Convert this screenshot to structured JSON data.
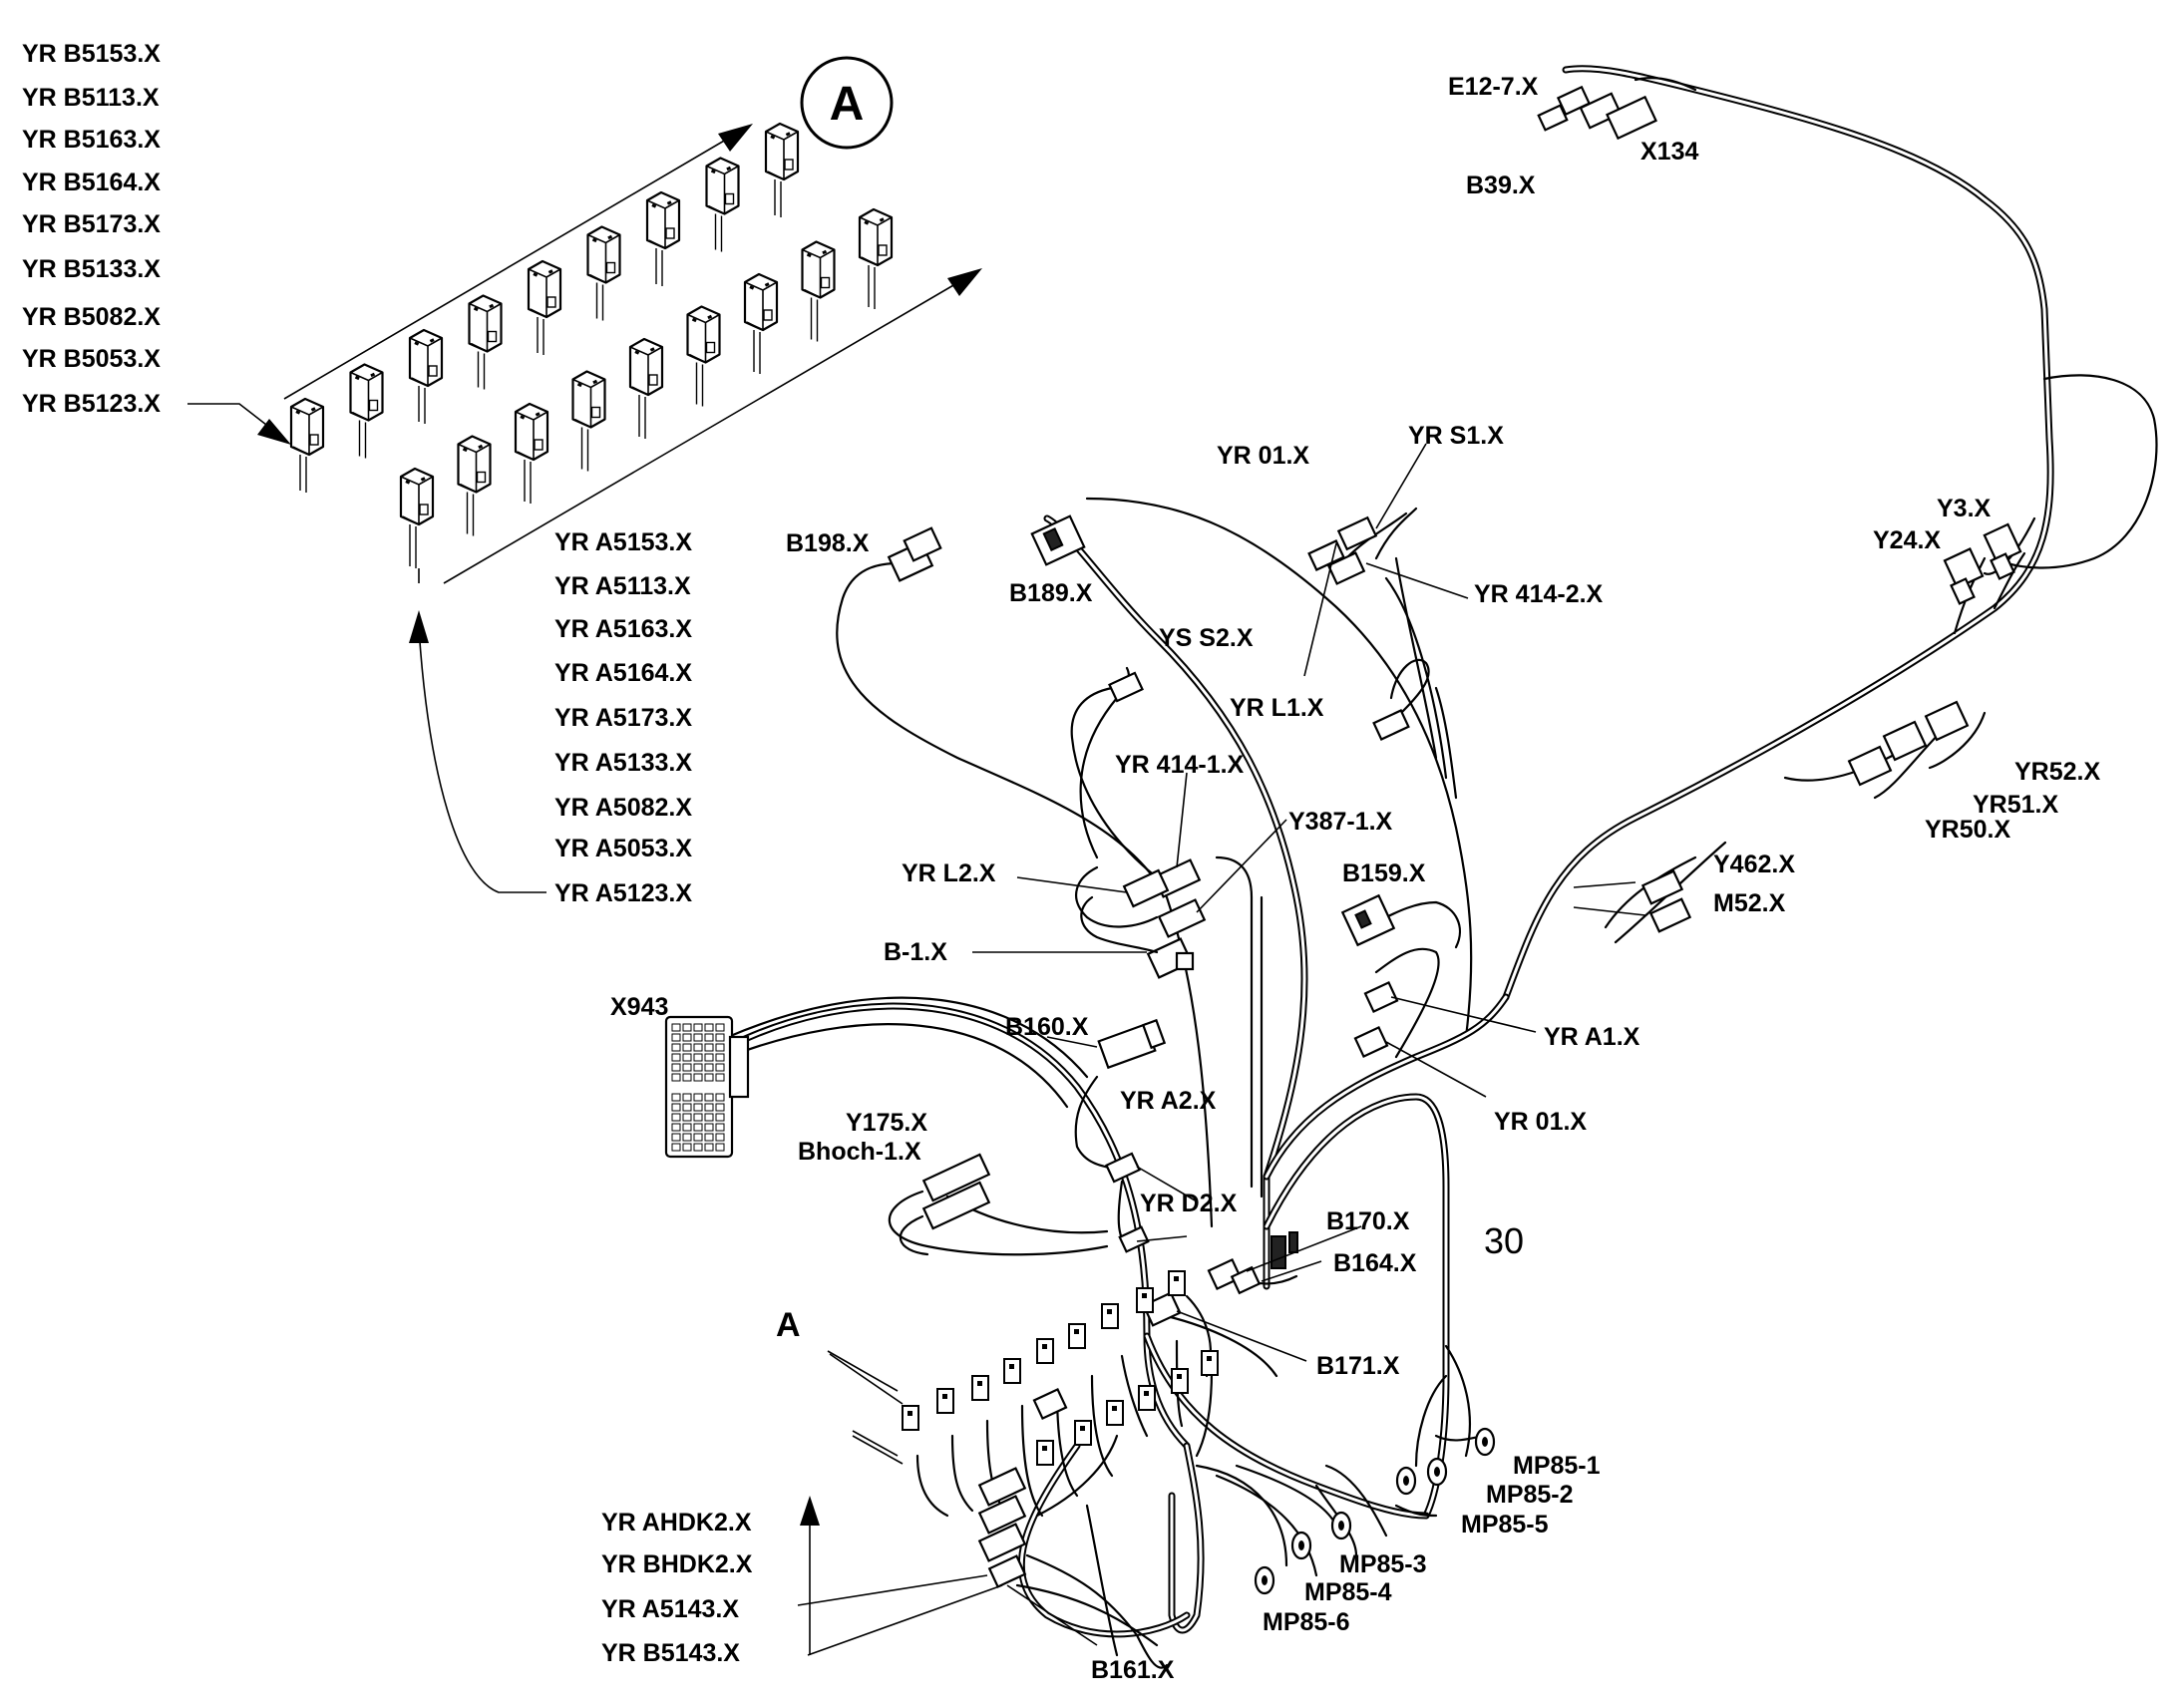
{
  "detail": {
    "circle_letter": "A",
    "b_labels": [
      "YR B5153.X",
      "YR B5113.X",
      "YR B5163.X",
      "YR B5164.X",
      "YR B5173.X",
      "YR B5133.X",
      "YR B5082.X",
      "YR B5053.X",
      "YR B5123.X"
    ],
    "a_labels": [
      "YR A5153.X",
      "YR A5113.X",
      "YR A5163.X",
      "YR A5164.X",
      "YR A5173.X",
      "YR A5133.X",
      "YR A5082.X",
      "YR A5053.X",
      "YR A5123.X"
    ]
  },
  "labels": {
    "e12_7": "E12-7.X",
    "x134": "X134",
    "b39": "B39.X",
    "yr_01_top": "YR 01.X",
    "yr_s1": "YR S1.X",
    "yr_414_2": "YR 414-2.X",
    "b198": "B198.X",
    "b189": "B189.X",
    "ys_s2": "YS S2.X",
    "yr_l1": "YR L1.X",
    "yr_414_1": "YR 414-1.X",
    "y387_1": "Y387-1.X",
    "yr_l2": "YR L2.X",
    "b_1": "B-1.X",
    "b159": "B159.X",
    "y3": "Y3.X",
    "y24": "Y24.X",
    "yr52": "YR52.X",
    "yr51": "YR51.X",
    "yr50": "YR50.X",
    "y462": "Y462.X",
    "m52": "M52.X",
    "yr_a1": "YR A1.X",
    "yr_01_mid": "YR 01.X",
    "x943": "X943",
    "b160": "B160.X",
    "yr_a2": "YR A2.X",
    "y175": "Y175.X",
    "bhoch_1": "Bhoch-1.X",
    "yr_d2": "YR D2.X",
    "b170": "B170.X",
    "b164": "B164.X",
    "num_30": "30",
    "a_marker": "A",
    "b171": "B171.X",
    "mp85_1": "MP85-1",
    "mp85_2": "MP85-2",
    "mp85_5": "MP85-5",
    "mp85_3": "MP85-3",
    "mp85_4": "MP85-4",
    "mp85_6": "MP85-6",
    "yr_ahdk2": "YR AHDK2.X",
    "yr_bhdk2": "YR BHDK2.X",
    "yr_a5143": "YR A5143.X",
    "yr_b5143": "YR B5143.X",
    "b161": "B161.X"
  }
}
